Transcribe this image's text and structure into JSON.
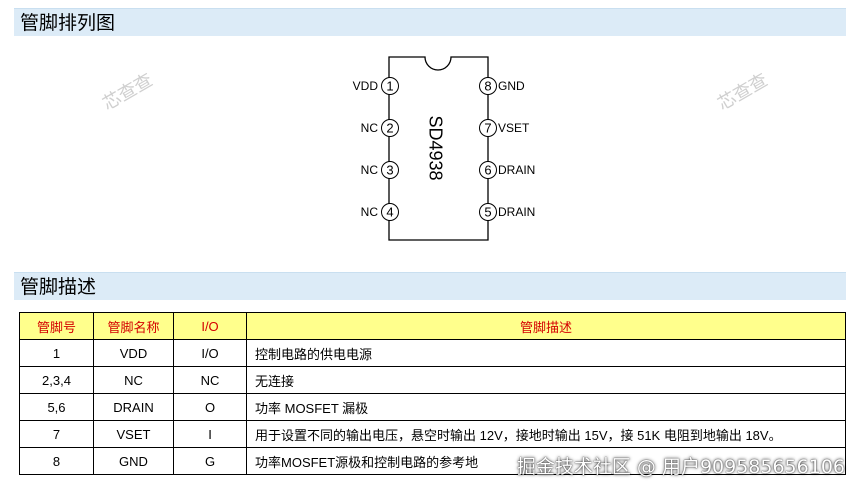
{
  "sections": {
    "pinout_title": "管脚排列图",
    "description_title": "管脚描述"
  },
  "watermarks": [
    "芯查查",
    "芯查查"
  ],
  "chip": {
    "name": "SD4938",
    "left_pins": [
      {
        "num": "1",
        "label": "VDD"
      },
      {
        "num": "2",
        "label": "NC"
      },
      {
        "num": "3",
        "label": "NC"
      },
      {
        "num": "4",
        "label": "NC"
      }
    ],
    "right_pins": [
      {
        "num": "8",
        "label": "GND"
      },
      {
        "num": "7",
        "label": "VSET"
      },
      {
        "num": "6",
        "label": "DRAIN"
      },
      {
        "num": "5",
        "label": "DRAIN"
      }
    ]
  },
  "table": {
    "headers": [
      "管脚号",
      "管脚名称",
      "I/O",
      "管脚描述"
    ],
    "rows": [
      [
        "1",
        "VDD",
        "I/O",
        "控制电路的供电电源"
      ],
      [
        "2,3,4",
        "NC",
        "NC",
        "无连接"
      ],
      [
        "5,6",
        "DRAIN",
        "O",
        "功率 MOSFET 漏极"
      ],
      [
        "7",
        "VSET",
        "I",
        "用于设置不同的输出电压，悬空时输出 12V，接地时输出 15V，接 51K 电阻到地输出 18V。"
      ],
      [
        "8",
        "GND",
        "G",
        "功率MOSFET源极和控制电路的参考地"
      ]
    ]
  },
  "credit": "掘金技术社区 @ 用户909585656106"
}
